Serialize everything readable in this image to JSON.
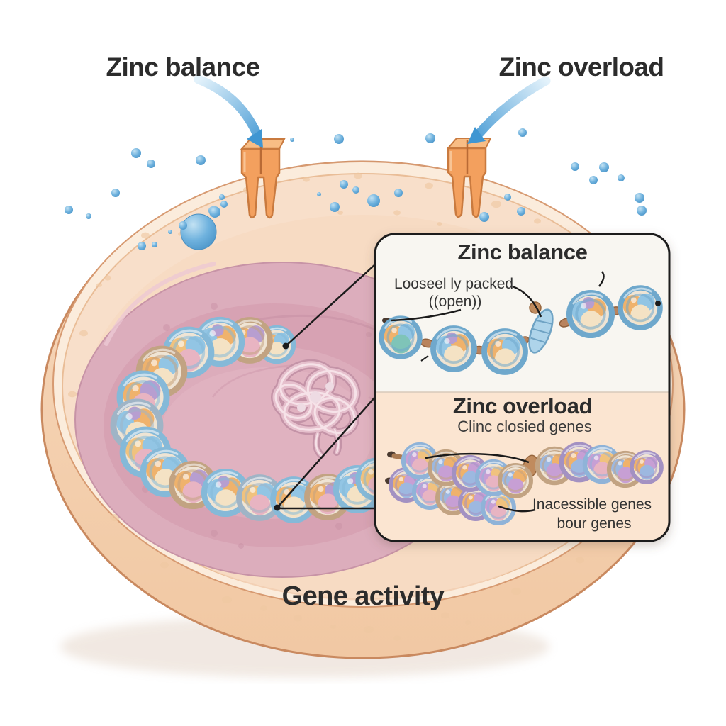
{
  "labels": {
    "zinc_balance_title": "Zinc balance",
    "zinc_overload_title": "Zinc overload",
    "gene_activity": "Gene activity"
  },
  "inset": {
    "balance_title": "Zinc balance",
    "balance_label_line1": "Looseel ly packed",
    "balance_label_line2": "((open))",
    "overload_title": "Zinc overload",
    "overload_subtitle": "Clinc closied genes",
    "overload_label_line1": "Inacessible genes",
    "overload_label_line2": "bour genes"
  },
  "icons": {
    "zinc_ion": "zinc-ion-dot",
    "membrane_channel": "membrane-channel-icon",
    "influx_arrow": "influx-arrow-icon",
    "nucleosome": "nucleosome-bead",
    "chromatin_knot": "chromatin-knot"
  },
  "colors": {
    "bg": "#ffffff",
    "text_dark": "#2c2c2c",
    "zinc_ion_blue": "#58a6d9",
    "arrow_blue": "#4a9bd5",
    "channel_orange": "#f3a05e",
    "channel_outline": "#c97a3f",
    "cell_peach": "#f5d2b2",
    "cell_outline": "#c9895f",
    "cell_inner": "#f8dfca",
    "nucleus_pink": "#dcadbc",
    "chromatin_blue": "#85b9d8",
    "chromatin_orange": "#efb26c",
    "chromatin_purple": "#b79ed0",
    "knot_pink": "#e6c0cd",
    "inset_bg_top": "#f8f6f1",
    "inset_bg_bottom": "#fbe5d1",
    "inset_border": "#1b1b1b"
  }
}
